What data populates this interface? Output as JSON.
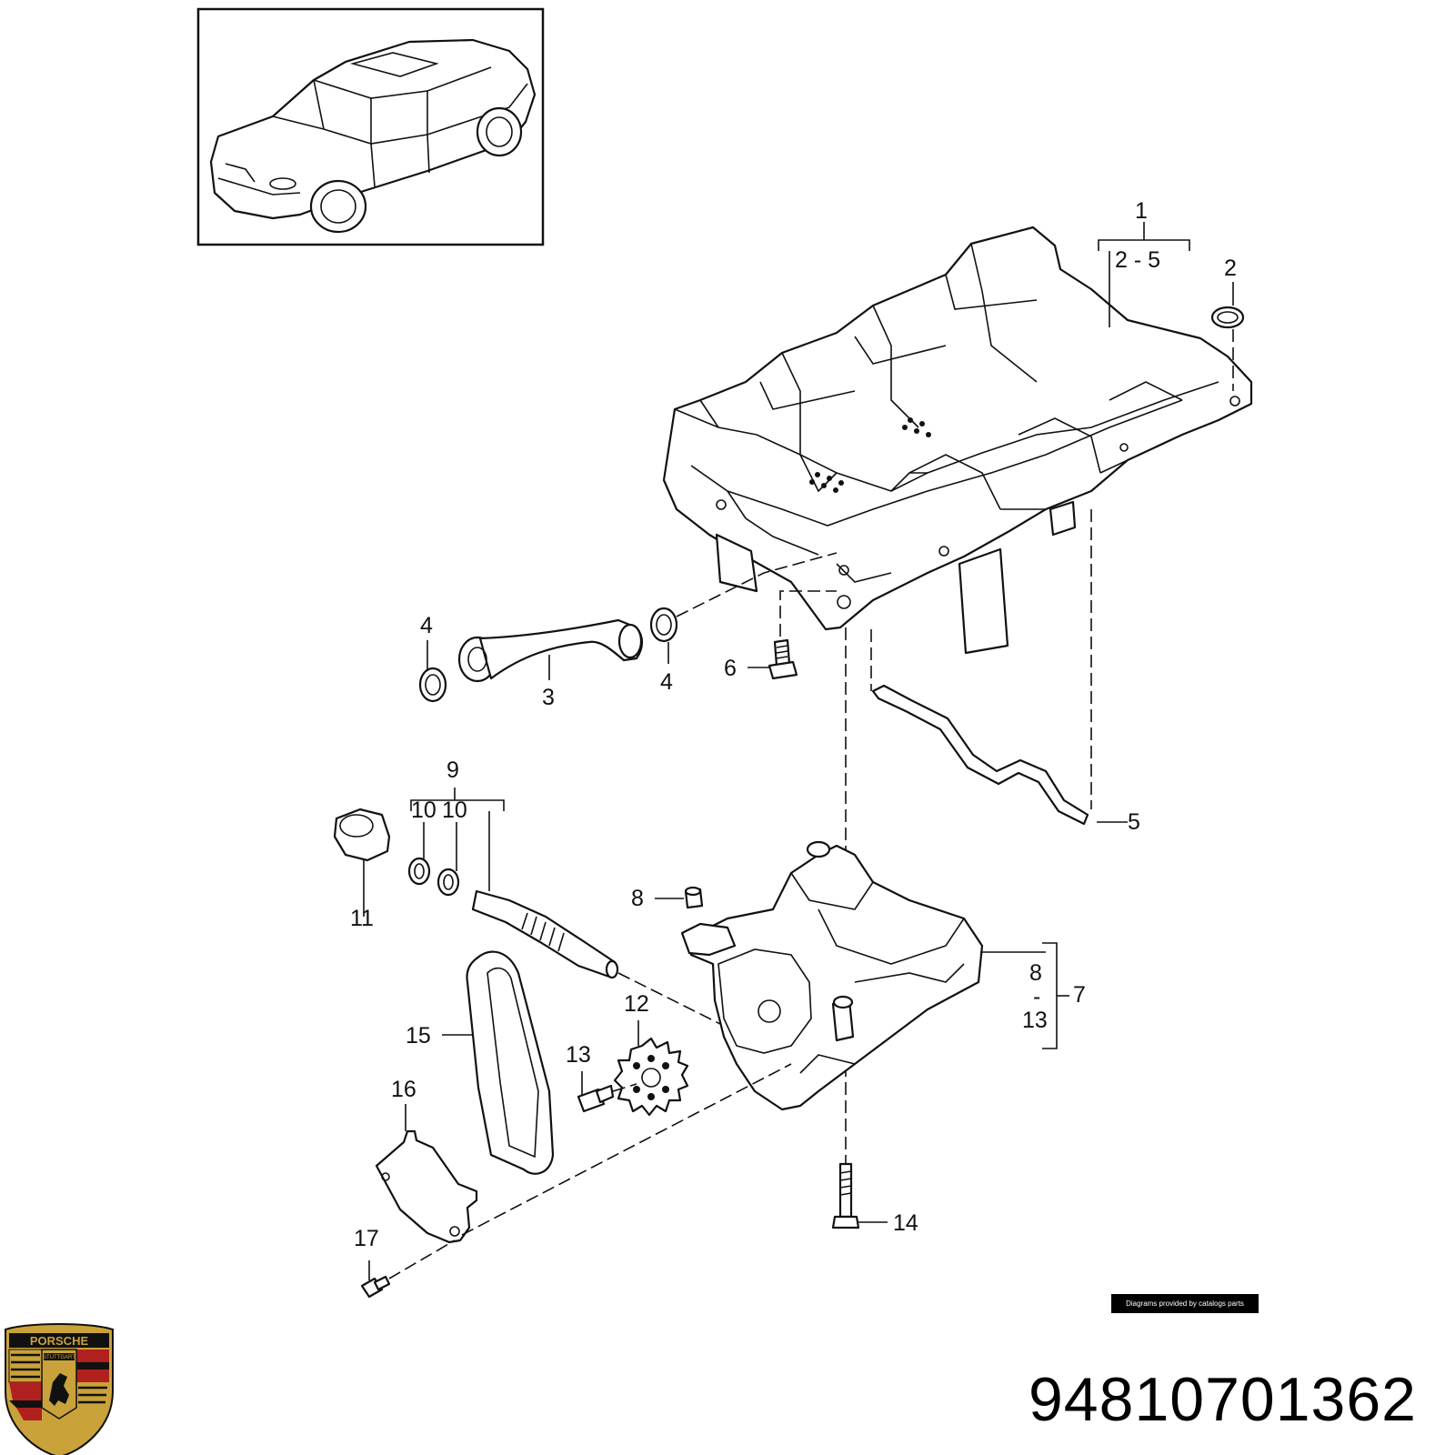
{
  "callouts": [
    {
      "id": "c1",
      "text": "1"
    },
    {
      "id": "c2-5",
      "text": "2 - 5"
    },
    {
      "id": "c2",
      "text": "2"
    },
    {
      "id": "c4a",
      "text": "4"
    },
    {
      "id": "c4b",
      "text": "4"
    },
    {
      "id": "c3",
      "text": "3"
    },
    {
      "id": "c6",
      "text": "6"
    },
    {
      "id": "c5",
      "text": "5"
    },
    {
      "id": "c9",
      "text": "9"
    },
    {
      "id": "c10a",
      "text": "10"
    },
    {
      "id": "c10b",
      "text": "10"
    },
    {
      "id": "c11",
      "text": "11"
    },
    {
      "id": "c8a",
      "text": "8"
    },
    {
      "id": "c8b",
      "text": "8"
    },
    {
      "id": "cdash",
      "text": "-"
    },
    {
      "id": "c13a",
      "text": "13"
    },
    {
      "id": "c7",
      "text": "7"
    },
    {
      "id": "c12",
      "text": "12"
    },
    {
      "id": "c15",
      "text": "15"
    },
    {
      "id": "c13b",
      "text": "13"
    },
    {
      "id": "c16",
      "text": "16"
    },
    {
      "id": "c14",
      "text": "14"
    },
    {
      "id": "c17",
      "text": "17"
    }
  ],
  "credit": "Diagrams provided by catalogs parts",
  "part_number": "94810701362",
  "logo": {
    "brand": "PORSCHE",
    "city": "STUTTGART"
  },
  "colors": {
    "ink": "#111111",
    "logo_gold": "#c9a23a",
    "logo_red": "#b0201e",
    "logo_black": "#111111"
  }
}
